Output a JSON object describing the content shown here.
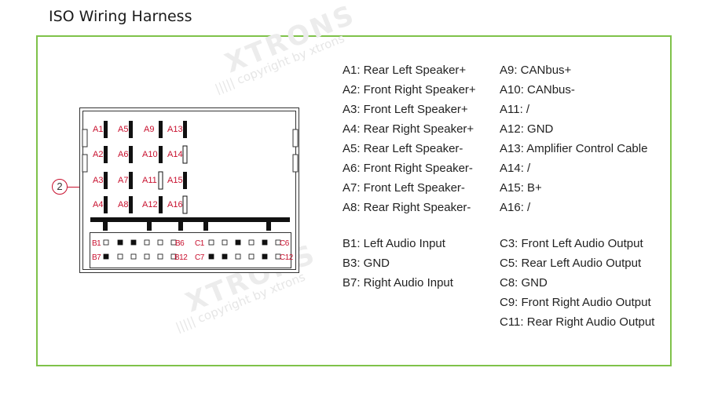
{
  "page": {
    "title": "ISO Wiring Harness"
  },
  "watermark": {
    "brand": "XTRONS",
    "copyright": "||||| copyright by xtrons"
  },
  "callout": {
    "number": "2"
  },
  "connector": {
    "a_labels": [
      "A1",
      "A5",
      "A9",
      "A13",
      "A2",
      "A6",
      "A10",
      "A14",
      "A3",
      "A7",
      "A11",
      "A15",
      "A4",
      "A8",
      "A12",
      "A16"
    ],
    "b_labels": {
      "b1": "B1",
      "b6": "B6",
      "c1": "C1",
      "c6": "C6",
      "b7": "B7",
      "b12": "B12",
      "c7": "C7",
      "c12": "C12"
    }
  },
  "pins": {
    "a_col1": [
      "A1: Rear Left Speaker+",
      "A2: Front Right Speaker+",
      "A3: Front Left Speaker+",
      "A4: Rear Right Speaker+",
      "A5: Rear Left Speaker-",
      "A6: Front Right Speaker-",
      "A7: Front Left Speaker-",
      "A8: Rear Right Speaker-"
    ],
    "a_col2": [
      "A9: CANbus+",
      "A10: CANbus-",
      "A11: /",
      "A12: GND",
      "A13: Amplifier Control Cable",
      "A14: /",
      "A15: B+",
      "A16: /"
    ],
    "b_col1": [
      "B1: Left Audio Input",
      "B3: GND",
      "B7: Right Audio Input"
    ],
    "c_col2": [
      "C3: Front Left Audio Output",
      "C5: Rear Left Audio Output",
      "C8: GND",
      "C9: Front Right Audio Output",
      "C11: Rear Right Audio Output"
    ]
  }
}
